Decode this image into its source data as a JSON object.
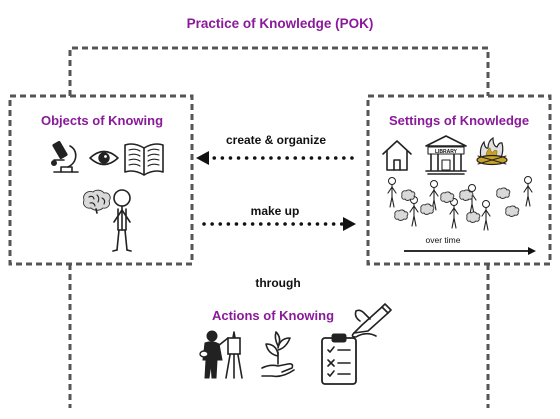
{
  "diagram": {
    "title": "Practice of Knowledge (POK)",
    "objects": {
      "title": "Objects of Knowing",
      "icons": [
        "microscope-icon",
        "eye-icon",
        "open-book-icon",
        "brain-icon",
        "person-icon"
      ]
    },
    "settings": {
      "title": "Settings of Knowledge",
      "icons": [
        "house-icon",
        "library-icon",
        "campfire-icon",
        "crowd-of-people-and-brains"
      ],
      "library_sign": "LIBRARY",
      "time_label": "over time"
    },
    "arrows": {
      "top_label": "create & organize",
      "bottom_label": "make up"
    },
    "through_label": "through",
    "actions": {
      "title": "Actions of Knowing",
      "icons": [
        "writing-hand-icon",
        "painter-icon",
        "plant-in-hand-icon",
        "checklist-clipboard-icon"
      ]
    },
    "colors": {
      "accent": "#8a1a9a",
      "ink": "#222222",
      "dash": "#555555"
    }
  }
}
